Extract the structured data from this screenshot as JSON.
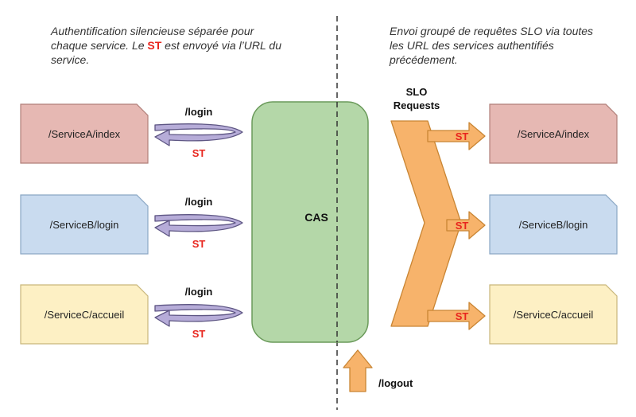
{
  "captions": {
    "left": {
      "part1": "Authentification silencieuse séparée pour chaque service. Le ",
      "st": "ST",
      "part2": " est envoyé via l’URL du service."
    },
    "right": "Envoi groupé de requêtes SLO via toutes les URL des services authentifiés précédement."
  },
  "left_services": [
    "/ServiceA/index",
    "/ServiceB/login",
    "/ServiceC/accueil"
  ],
  "right_services": [
    "/ServiceA/index",
    "/ServiceB/login",
    "/ServiceC/accueil"
  ],
  "arrows": {
    "login": "/login",
    "st": "ST",
    "logout": "/logout"
  },
  "cas": {
    "label": "CAS"
  },
  "slo": {
    "line1": "SLO",
    "line2": "Requests"
  },
  "colors": {
    "service_a_fill": "#e6b8b3",
    "service_a_stroke": "#b07f79",
    "service_b_fill": "#c9dbef",
    "service_b_stroke": "#8aa7c4",
    "service_c_fill": "#fdf0c4",
    "service_c_stroke": "#c9b67a",
    "cas_fill": "#b4d7a8",
    "cas_stroke": "#6a9a5a",
    "swirl_fill": "#b6acd8",
    "swirl_stroke": "#5d5583",
    "orange_fill": "#f7b36b",
    "orange_stroke": "#c98533",
    "st_red": "#e8261e"
  }
}
